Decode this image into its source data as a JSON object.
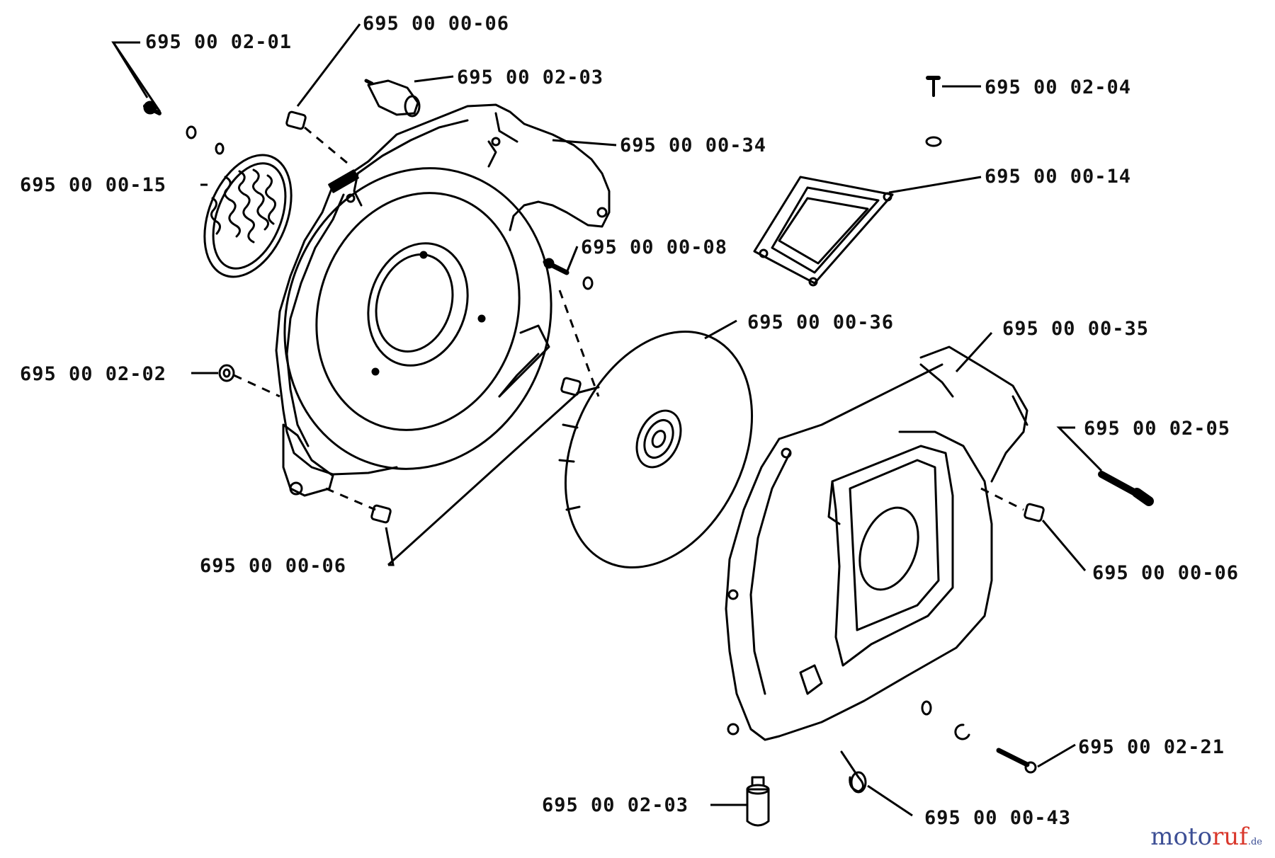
{
  "diagram": {
    "labels": [
      {
        "id": "l1",
        "text": "695 00 02-01"
      },
      {
        "id": "l2",
        "text": "695 00 00-06"
      },
      {
        "id": "l3",
        "text": "695 00 02-03"
      },
      {
        "id": "l4",
        "text": "695 00 00-34"
      },
      {
        "id": "l5",
        "text": "695 00 02-04"
      },
      {
        "id": "l6",
        "text": "695 00 00-14"
      },
      {
        "id": "l7",
        "text": "695 00 00-15"
      },
      {
        "id": "l8",
        "text": "695 00 00-08"
      },
      {
        "id": "l9",
        "text": "695 00 00-36"
      },
      {
        "id": "l10",
        "text": "695 00 00-35"
      },
      {
        "id": "l11",
        "text": "695 00 02-02"
      },
      {
        "id": "l12",
        "text": "695 00 02-05"
      },
      {
        "id": "l13",
        "text": "695 00 00-06"
      },
      {
        "id": "l14",
        "text": "695 00 00-06"
      },
      {
        "id": "l15",
        "text": "695 00 02-21"
      },
      {
        "id": "l16",
        "text": "695 00 02-03"
      },
      {
        "id": "l17",
        "text": "695 00 00-43"
      }
    ]
  },
  "watermark": {
    "part1": "moto",
    "part2": "ruf",
    "tld": ".de"
  }
}
